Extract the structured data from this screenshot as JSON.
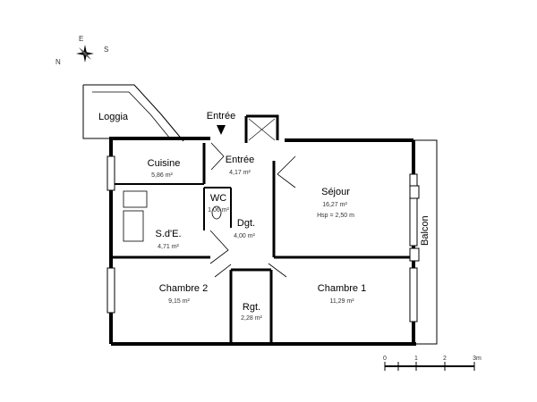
{
  "compass": {
    "n": "N",
    "e": "E",
    "s": "S"
  },
  "entrance": {
    "label": "Entrée"
  },
  "rooms": {
    "loggia": {
      "name": "Loggia"
    },
    "cuisine": {
      "name": "Cuisine",
      "area": "5,86 m²"
    },
    "entree": {
      "name": "Entrée",
      "area": "4,17 m²"
    },
    "wc": {
      "name": "WC",
      "area": "1,06 m²"
    },
    "dgt": {
      "name": "Dgt.",
      "area": "4,00 m²"
    },
    "sde": {
      "name": "S.d'E.",
      "area": "4,71 m²"
    },
    "sejour": {
      "name": "Séjour",
      "area": "16,27 m²",
      "note": "Hsp = 2,50 m"
    },
    "chambre2": {
      "name": "Chambre 2",
      "area": "9,15 m²"
    },
    "rgt": {
      "name": "Rgt.",
      "area": "2,28 m²"
    },
    "chambre1": {
      "name": "Chambre 1",
      "area": "11,29 m²"
    },
    "balcon": {
      "name": "Balcon"
    }
  },
  "scale": {
    "ticks": [
      "0",
      "1",
      "2",
      "3m"
    ]
  }
}
